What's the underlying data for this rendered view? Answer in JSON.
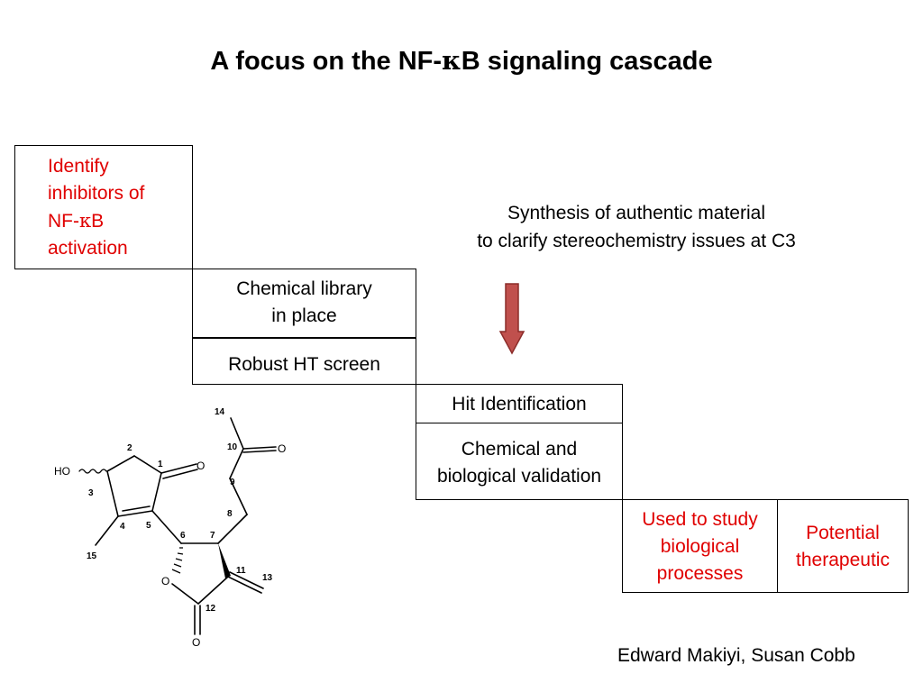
{
  "title": {
    "prefix": "A focus on the NF-",
    "kappa": "κ",
    "suffix": "B signaling cascade"
  },
  "boxes": {
    "identify": {
      "lines": [
        "Identify",
        "inhibitors of",
        "NF-",
        "κ",
        "B",
        "activation"
      ]
    },
    "library": {
      "lines": [
        "Chemical library",
        "in place"
      ]
    },
    "screen": {
      "label": "Robust HT screen"
    },
    "hit": {
      "label": "Hit Identification"
    },
    "validate": {
      "lines": [
        "Chemical and",
        "biological validation"
      ]
    },
    "used": {
      "lines": [
        "Used to study",
        "biological",
        "processes"
      ]
    },
    "therapeutic": {
      "lines": [
        "Potential",
        "therapeutic"
      ]
    }
  },
  "synthesis": {
    "lines": [
      "Synthesis of authentic material",
      "to clarify stereochemistry issues at C3"
    ]
  },
  "credit": "Edward Makiyi, Susan Cobb",
  "structure": {
    "atoms": {
      "ho": "HO",
      "o1": "O",
      "o10": "O",
      "o_ring": "O",
      "o12": "O"
    },
    "numbers": [
      "1",
      "2",
      "3",
      "4",
      "5",
      "6",
      "7",
      "8",
      "9",
      "10",
      "11",
      "12",
      "13",
      "14",
      "15"
    ]
  },
  "colors": {
    "red_text": "#e00000",
    "arrow_fill": "#c0504d",
    "arrow_stroke": "#8c2d2a"
  },
  "icons": {
    "arrow": "down-arrow-icon"
  }
}
